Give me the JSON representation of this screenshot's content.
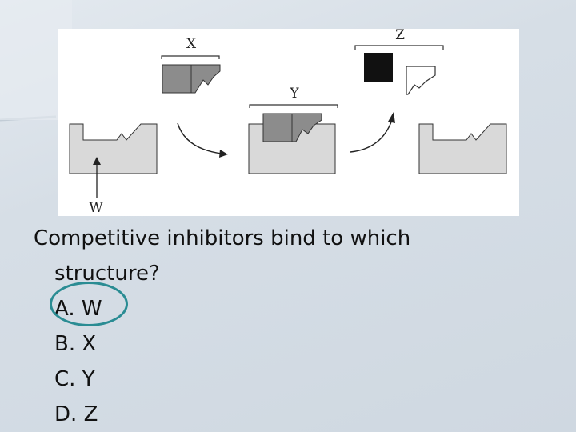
{
  "diagram": {
    "labels": {
      "x": "X",
      "y": "Y",
      "z": "Z",
      "w": "W"
    },
    "colors": {
      "enzyme_fill": "#d9d9d9",
      "substrate_fill": "#8c8c8c",
      "inhibitor_fill": "#111111",
      "outline": "#333333"
    }
  },
  "question": {
    "stem": "Competitive inhibitors bind to which",
    "stem_cont": "structure?",
    "options": [
      {
        "letter": "A.",
        "text": "W"
      },
      {
        "letter": "B.",
        "text": "X"
      },
      {
        "letter": "C.",
        "text": "Y"
      },
      {
        "letter": "D.",
        "text": "Z"
      }
    ],
    "circled_option": "A",
    "highlight_color": "#2a8c93"
  }
}
